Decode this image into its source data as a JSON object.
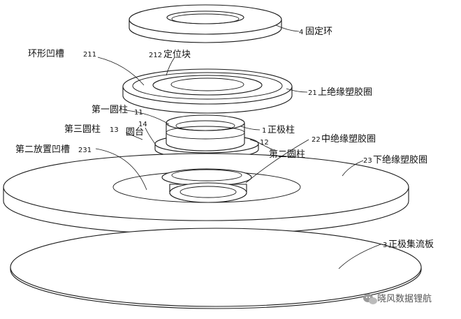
{
  "labels": {
    "fixed_ring": {
      "num": "4",
      "text": "固定环"
    },
    "locating_block": {
      "num": "212",
      "text": "定位块"
    },
    "annular_groove": {
      "text": "环形凹槽",
      "num": "211"
    },
    "upper_insulator": {
      "num": "21",
      "text": "上绝缘塑胶圈"
    },
    "first_cylinder": {
      "text": "第一圆柱",
      "num": "11"
    },
    "third_cylinder": {
      "text": "第三圆柱",
      "num": "13",
      "num2": "14"
    },
    "fillet": {
      "text": "圆台"
    },
    "positive_post": {
      "num": "1",
      "text": "正极柱"
    },
    "middle_insulator": {
      "num": "22",
      "text": "中绝缘塑胶圈"
    },
    "second_cylinder": {
      "num": "12",
      "text": "第二圆柱"
    },
    "second_groove": {
      "text": "第二放置凹槽",
      "num": "231"
    },
    "lower_insulator": {
      "num": "23",
      "text": "下绝缘塑胶圈"
    },
    "collector_plate": {
      "num": "3",
      "text": "正极集流板"
    }
  },
  "watermark": {
    "text": "晓风数据锂航",
    "icon": "wechat-icon"
  }
}
